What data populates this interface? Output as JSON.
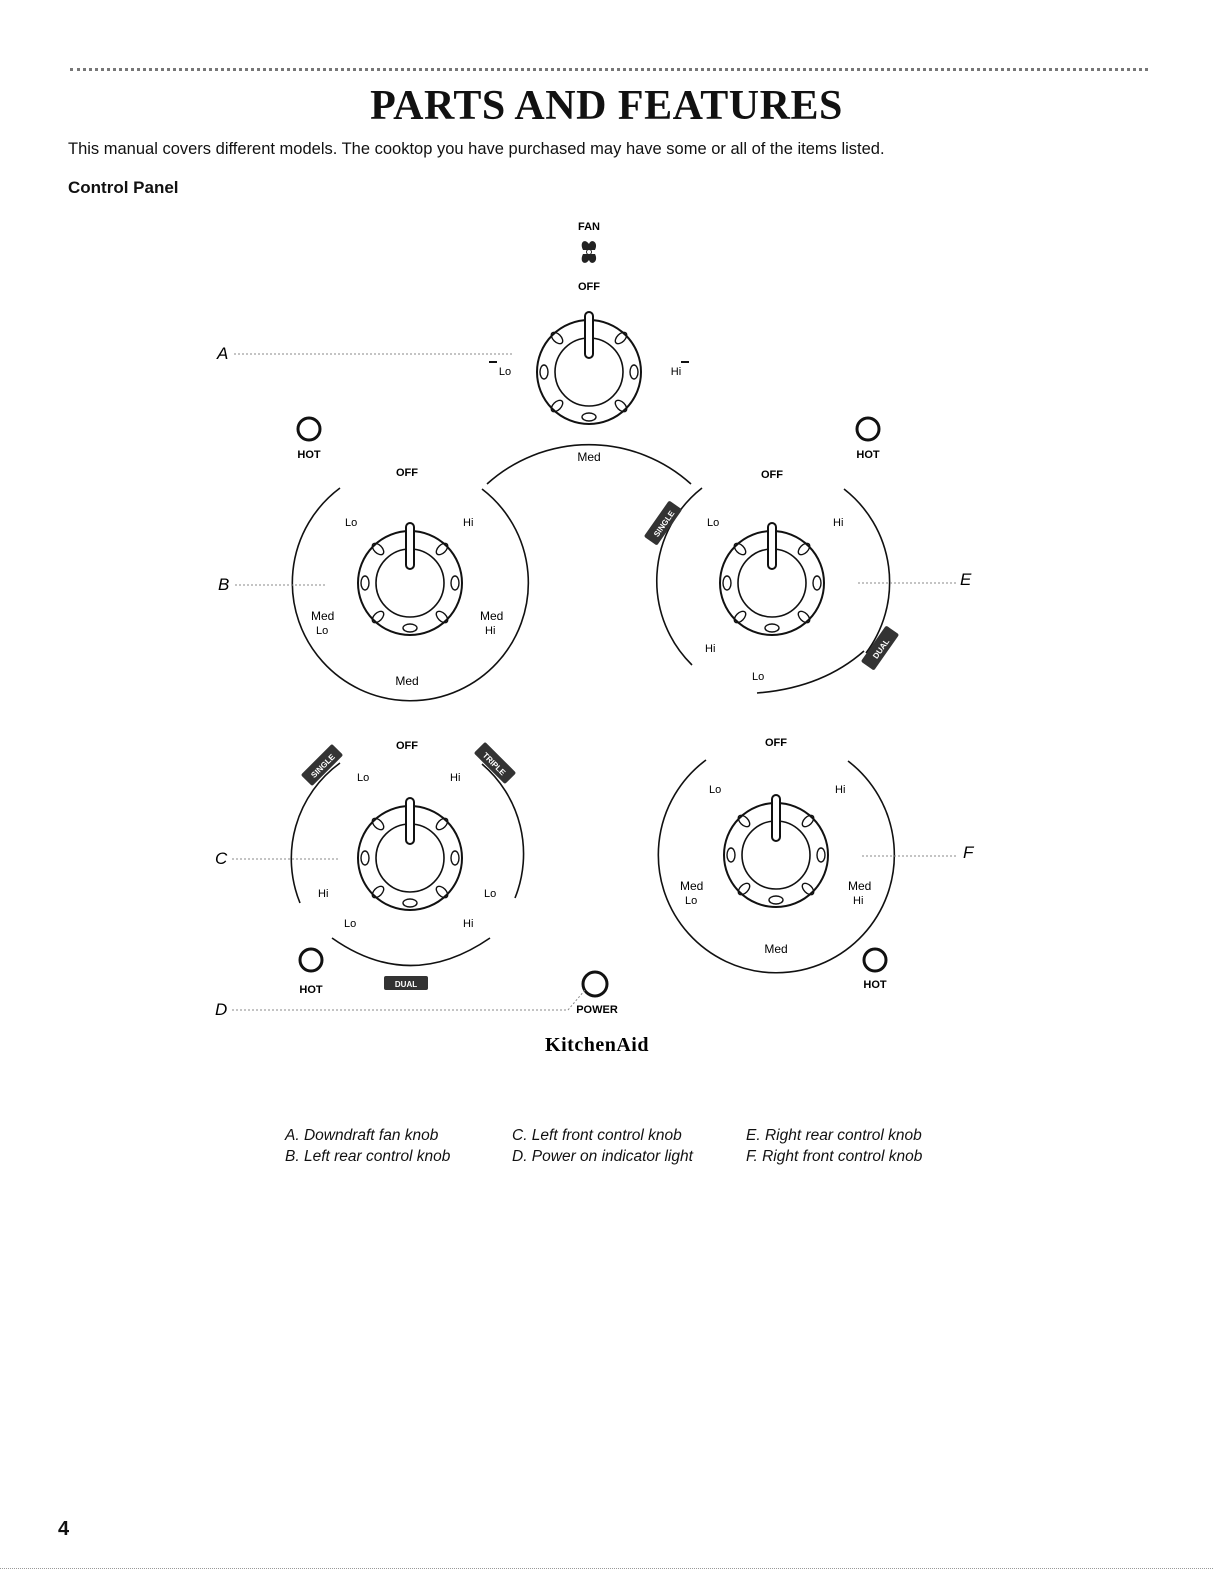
{
  "page": {
    "title": "PARTS AND FEATURES",
    "intro": "This manual covers different models. The cooktop you have purchased may have some or all of the items listed.",
    "section_heading": "Control Panel",
    "page_number": "4"
  },
  "panel": {
    "brand": "KitchenAid",
    "power_label": "POWER",
    "fan_label": "FAN",
    "fan_icon": "fan-icon",
    "hot_label": "HOT",
    "knobs": {
      "a": {
        "off": "OFF",
        "lo": "Lo",
        "hi": "Hi",
        "med": "Med"
      },
      "b": {
        "off": "OFF",
        "lo": "Lo",
        "hi": "Hi",
        "med_lo": "Med",
        "med_lo2": "Lo",
        "med_hi": "Med",
        "med_hi2": "Hi",
        "med": "Med"
      },
      "c": {
        "off": "OFF",
        "lo": "Lo",
        "hi": "Hi",
        "left_hi": "Hi",
        "right_lo": "Lo",
        "bottom_lo": "Lo",
        "bottom_hi": "Hi",
        "badge_left": "SINGLE",
        "badge_right": "TRIPLE",
        "badge_bottom": "DUAL"
      },
      "e": {
        "off": "OFF",
        "lo": "Lo",
        "hi": "Hi",
        "left_hi": "Hi",
        "bottom_lo": "Lo",
        "badge_left": "SINGLE",
        "badge_right": "DUAL"
      },
      "f": {
        "off": "OFF",
        "lo": "Lo",
        "hi": "Hi",
        "med_lo": "Med",
        "med_lo2": "Lo",
        "med_hi": "Med",
        "med_hi2": "Hi",
        "med": "Med"
      }
    },
    "callouts": {
      "a": "A",
      "b": "B",
      "c": "C",
      "d": "D",
      "e": "E",
      "f": "F"
    }
  },
  "legend": {
    "col1": [
      "A. Downdraft fan knob",
      "B. Left rear control knob"
    ],
    "col2": [
      "C. Left front control knob",
      "D. Power on indicator light"
    ],
    "col3": [
      "E. Right rear control knob",
      "F. Right front control knob"
    ]
  },
  "colors": {
    "ink": "#111111",
    "badge": "#333333",
    "leader": "#888888"
  }
}
